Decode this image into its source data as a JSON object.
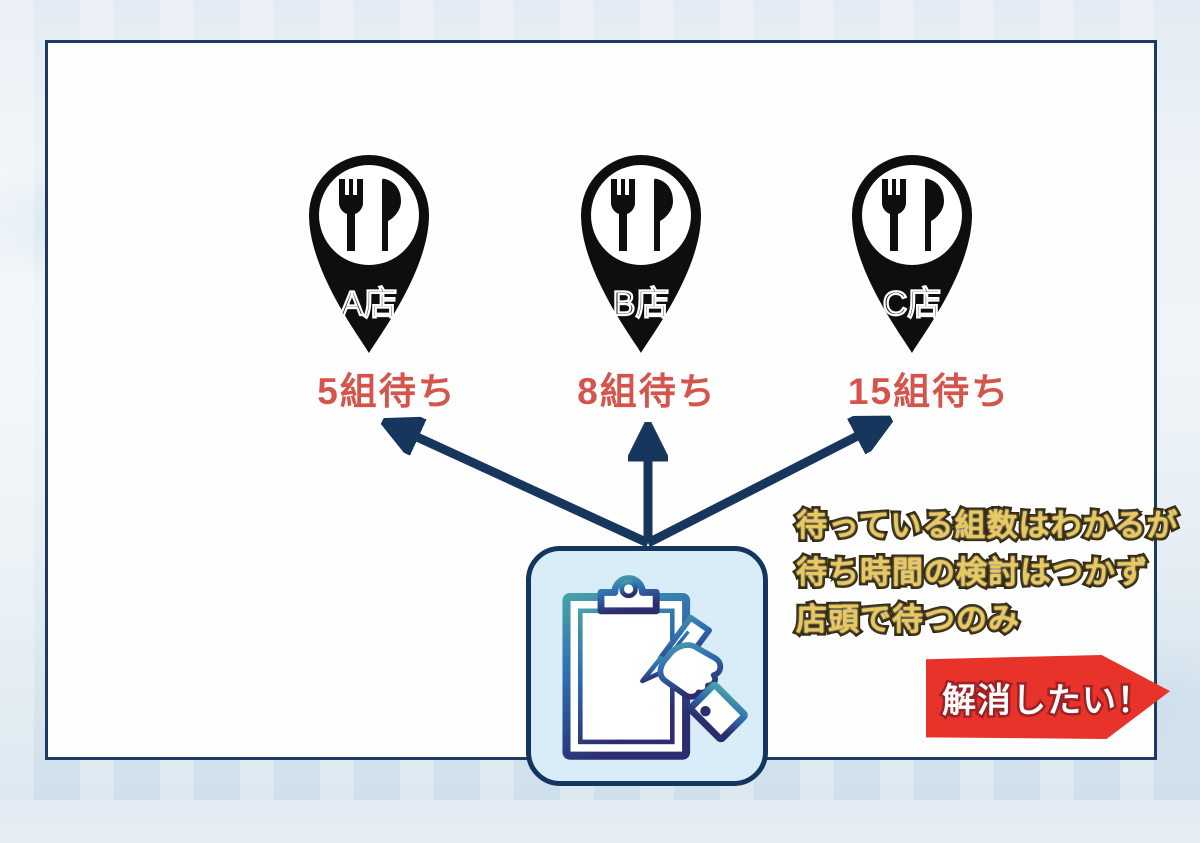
{
  "stores": [
    {
      "label": "A店",
      "wait_count": "5組待ち"
    },
    {
      "label": "B店",
      "wait_count": "8組待ち"
    },
    {
      "label": "C店",
      "wait_count": "15組待ち"
    }
  ],
  "problem": {
    "lines": [
      "待っている組数はわかるが",
      "待ち時間の検討はつかず",
      "店頭で待つのみ"
    ]
  },
  "banner": {
    "label": "解消したい！"
  },
  "icons": {
    "pin": "restaurant-map-pin-icon",
    "utensils": "fork-knife-icon",
    "clipboard": "clipboard-writing-hand-icon",
    "arrows": "navy-arrows-to-stores"
  },
  "colors": {
    "wait_text_red": "#d5544c",
    "banner_red": "#e8332a",
    "banner_text_outline": "#9f2025",
    "arrow_navy": "#17365e",
    "pin_black": "#0e0e0e",
    "problem_text_gold": "#eac85a",
    "problem_text_outline": "#33290e",
    "board_box_bg": "#d9edf8",
    "board_box_border": "#12365f",
    "panel_border": "#1d3a5f",
    "page_bg": "#e2ebf3"
  }
}
